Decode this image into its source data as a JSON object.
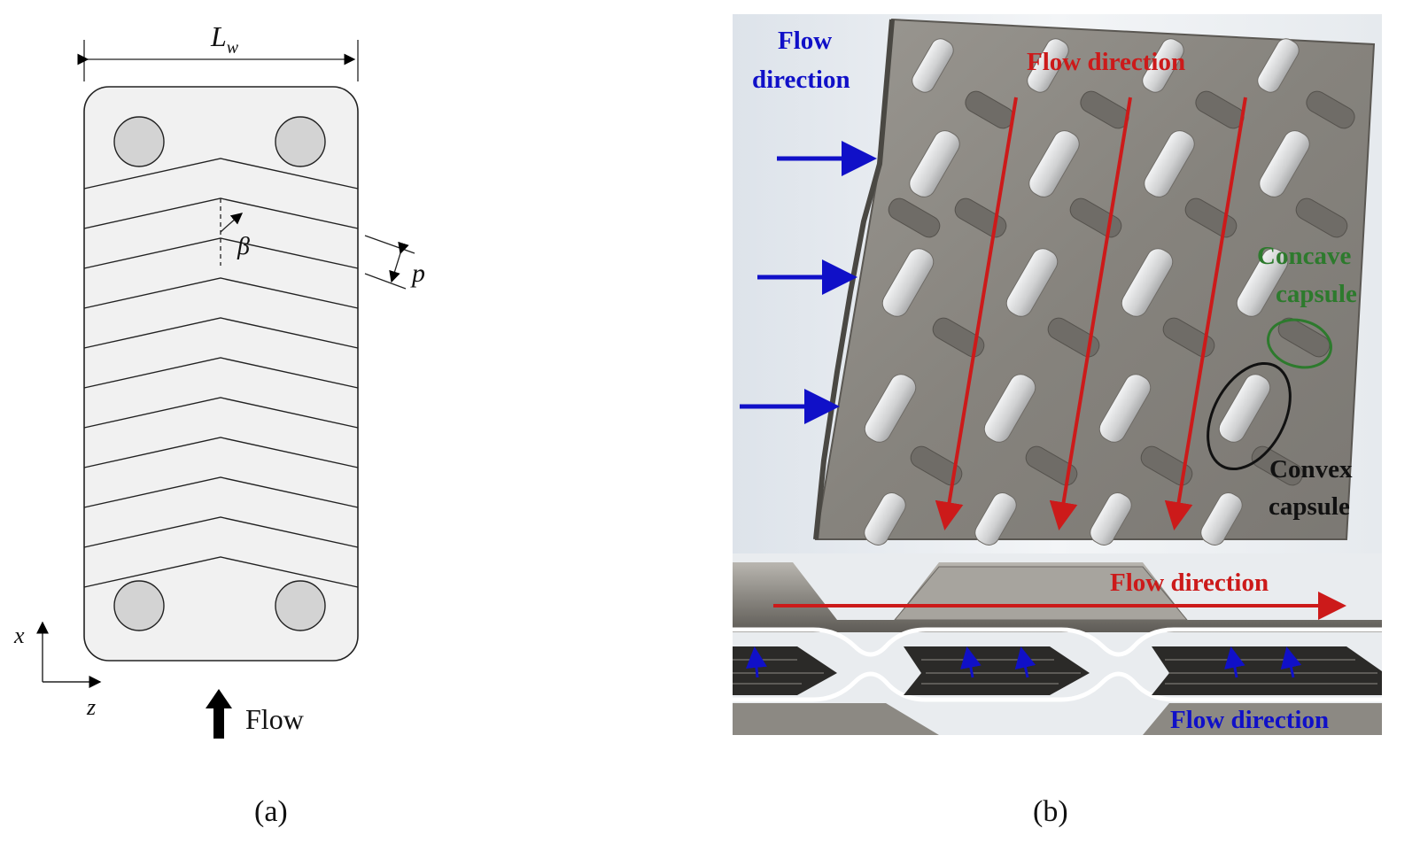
{
  "panel_a": {
    "caption": "(a)",
    "width_label": "L",
    "width_label_sub": "w",
    "angle_label": "β",
    "pitch_label": "p",
    "axis_x": "x",
    "axis_z": "z",
    "flow_label": "Flow"
  },
  "panel_b": {
    "caption": "(b)",
    "blue_flow_line1": "Flow",
    "blue_flow_line2": "direction",
    "red_flow_top": "Flow direction",
    "concave_line1": "Concave",
    "concave_line2": "capsule",
    "convex_line1": "Convex",
    "convex_line2": "capsule",
    "red_flow_bottom": "Flow direction",
    "blue_flow_bottom": "Flow direction"
  },
  "colors": {
    "blue": "#1010c8",
    "red": "#cc1a1a",
    "green": "#2d7a2d",
    "plate_metal": "#8e8b85",
    "capsule_light": "#d9dadb"
  }
}
